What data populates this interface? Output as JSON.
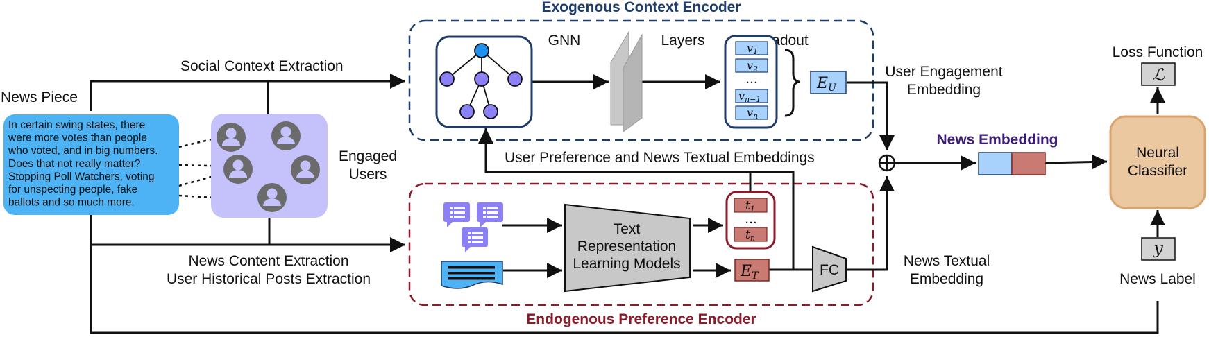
{
  "encoders": {
    "exogenous": "Exogenous Context Encoder",
    "endogenous": "Endogenous Preference Encoder"
  },
  "labels": {
    "news_piece": "News Piece",
    "social_context": "Social Context Extraction",
    "engaged_users_1": "Engaged",
    "engaged_users_2": "Users",
    "news_content": "News Content Extraction",
    "user_history": "User Historical Posts Extraction",
    "gnn": "GNN",
    "layers": "Layers",
    "readout": "Readout",
    "user_engagement_1": "User Engagement",
    "user_engagement_2": "Embedding",
    "user_pref_news": "User Preference and News Textual Embeddings",
    "news_embedding": "News Embedding",
    "news_textual_1": "News Textual",
    "news_textual_2": "Embedding",
    "text_model_1": "Text",
    "text_model_2": "Representation",
    "text_model_3": "Learning Models",
    "fc": "FC",
    "classifier_1": "Neural",
    "classifier_2": "Classifier",
    "loss_function": "Loss Function",
    "news_label": "News Label"
  },
  "symbols": {
    "eu": "E",
    "eu_sub": "U",
    "et": "E",
    "et_sub": "T",
    "v1": "v",
    "v1_sub": "1",
    "v2": "v",
    "v2_sub": "2",
    "vdots": "...",
    "vn1": "v",
    "vn1_sub": "n−1",
    "vn": "v",
    "vn_sub": "n",
    "t1": "t",
    "t1_sub": "1",
    "tdots": "...",
    "tn": "t",
    "tn_sub": "n",
    "loss": "ℒ",
    "y": "y",
    "oplus": "⊕"
  },
  "news_text": [
    "In  certain  swing  states,  there",
    "were  more  votes  than  people",
    "who voted, and in big numbers.",
    "Does that not really matter?",
    "Stopping Poll Watchers, voting",
    "for  unspecting  people,  fake",
    "ballots and so much more."
  ],
  "colors": {
    "news_box": "#4db3f5",
    "users_box": "#c5c2fb",
    "user_icon": "#6b6b6b",
    "exo_border": "#1f3d6b",
    "endo_border": "#8b1a2b",
    "node": "#8b80f5",
    "root_node": "#1e90f0",
    "v_box": "#a8d1fb",
    "t_box": "#c97a72",
    "classifier": "#ecc8a0",
    "chat_icon": "#8b80f5"
  }
}
